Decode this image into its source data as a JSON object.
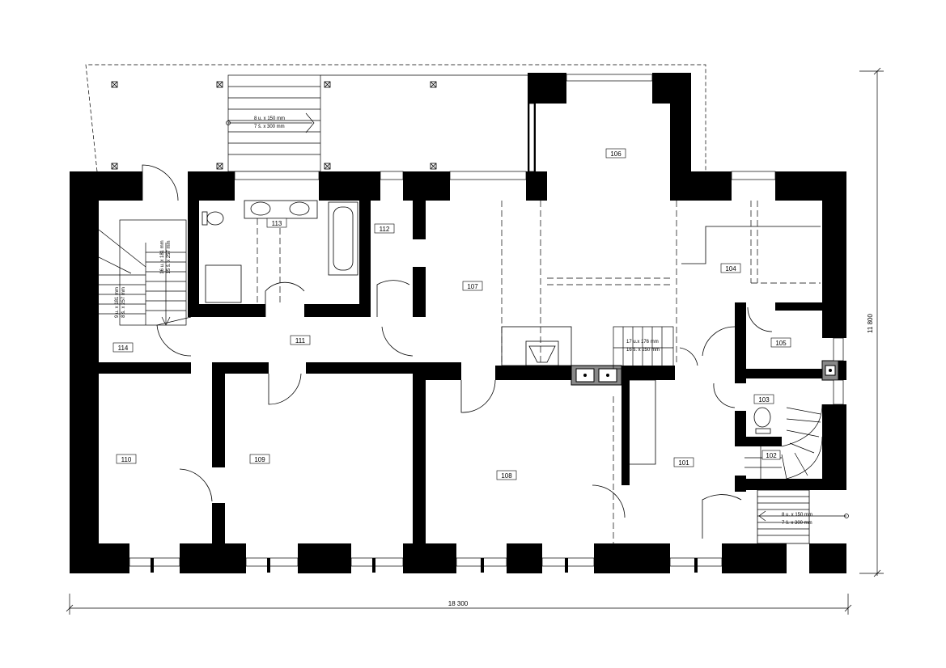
{
  "plan": {
    "rooms": [
      {
        "id": "101",
        "label": "101"
      },
      {
        "id": "102",
        "label": "102"
      },
      {
        "id": "103",
        "label": "103"
      },
      {
        "id": "104",
        "label": "104"
      },
      {
        "id": "105",
        "label": "105"
      },
      {
        "id": "106",
        "label": "106"
      },
      {
        "id": "107",
        "label": "107"
      },
      {
        "id": "108",
        "label": "108"
      },
      {
        "id": "109",
        "label": "109"
      },
      {
        "id": "110",
        "label": "110"
      },
      {
        "id": "111",
        "label": "111"
      },
      {
        "id": "112",
        "label": "112"
      },
      {
        "id": "113",
        "label": "113"
      },
      {
        "id": "114",
        "label": "114"
      }
    ],
    "dimensions": {
      "width": "18 300",
      "height": "11 800"
    },
    "stair_notes": {
      "top_line1": "8 u. x 150 mm",
      "top_line2": "7 š. x 300 mm",
      "bottom_line1": "8 u. x 150 mm",
      "bottom_line2": "7 š. x 300 mm",
      "center_line1": "17 u.x 176 mm",
      "center_line2": "16 š. x 250 mm",
      "left_line1": "16 u. x 181 mm",
      "left_line2": "15 š. x 257 mm",
      "left_line3": "9 u. x 181 mm",
      "left_line4": "8 š. x 257 mm"
    }
  }
}
